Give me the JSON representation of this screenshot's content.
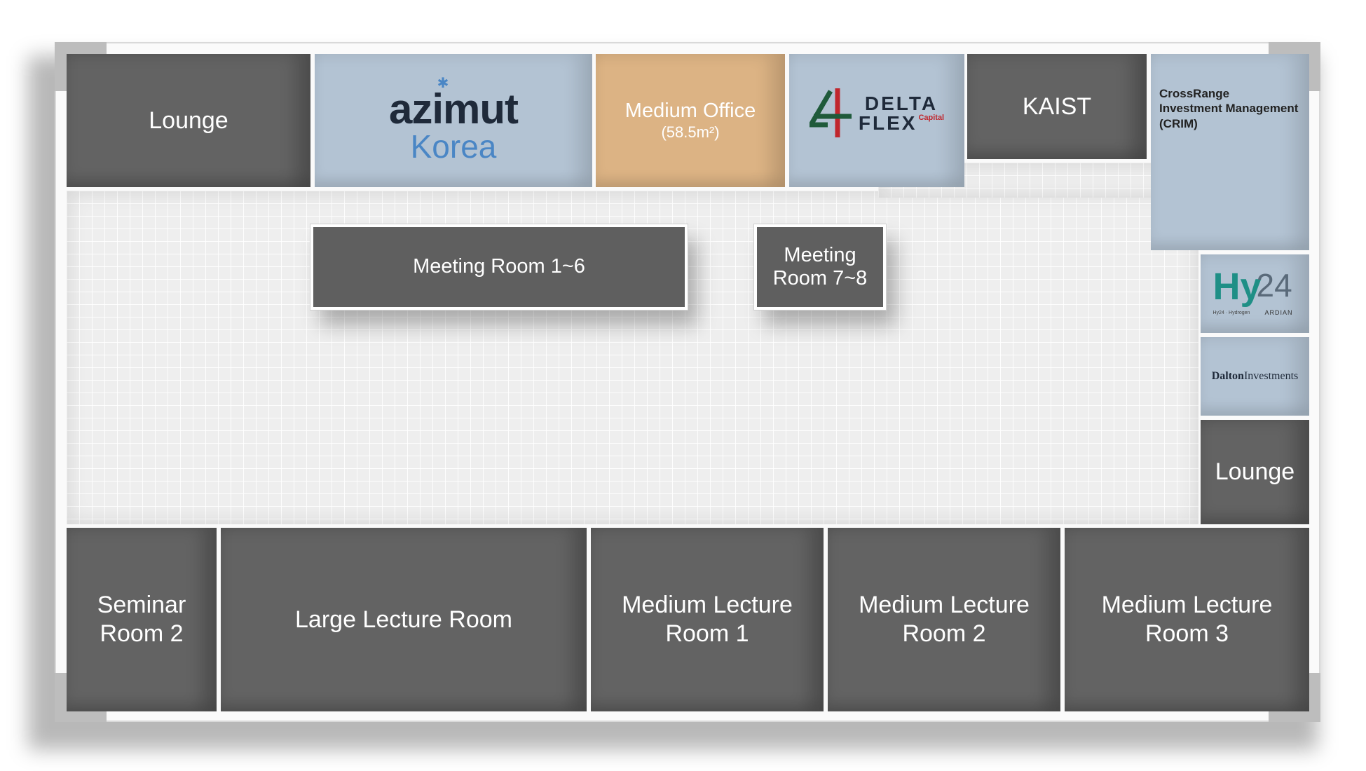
{
  "rooms": {
    "lounge_top": "Lounge",
    "azimut_word": "azimut",
    "azimut_sub": "Korea",
    "azimut_star": "✱",
    "medium_office_title": "Medium Office",
    "medium_office_area": "(58.5m²)",
    "delta_word1": "DELTA",
    "delta_word2": "FLEX",
    "delta_capital": "Capital",
    "kaist": "KAIST",
    "crim": "CrossRange\nInvestment Management\n(CRIM)",
    "hy24_main": "Hy",
    "hy24_num": "24",
    "hy24_ardian": "ARDIAN",
    "hy24_small": "Hy24 · Hydrogen",
    "dalton_bold": "Dalton",
    "dalton_rest": "Investments",
    "lounge_right": "Lounge",
    "meeting_1_6": "Meeting Room 1~6",
    "meeting_7_8": "Meeting\nRoom 7~8",
    "seminar_2": "Seminar\nRoom 2",
    "large_lecture": "Large Lecture Room",
    "medium_lecture_1": "Medium Lecture\nRoom 1",
    "medium_lecture_2": "Medium Lecture\nRoom 2",
    "medium_lecture_3": "Medium Lecture\nRoom 3"
  },
  "colors": {
    "room_dark": "#636363",
    "room_tenant": "#b3c3d3",
    "room_office": "#dcb384",
    "azimut_dark": "#1f2a3a",
    "azimut_blue": "#4a86c5",
    "delta_red": "#c0262c",
    "delta_green": "#1f5a3a",
    "hy24_teal": "#1f8f86"
  },
  "icons": [
    "floor-plan-map",
    "azimut-logo",
    "delta-flex-logo",
    "hy24-logo",
    "dalton-logo"
  ]
}
